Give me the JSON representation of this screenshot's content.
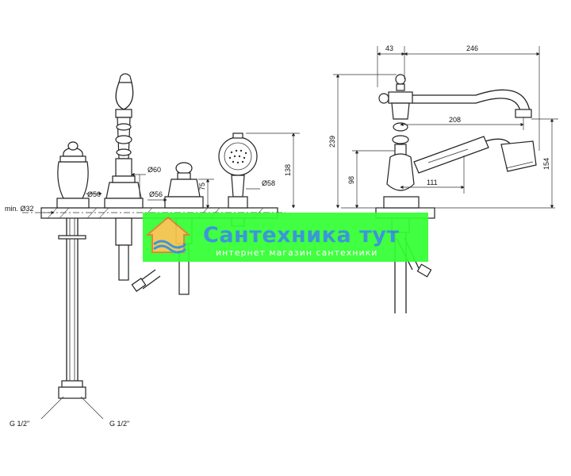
{
  "dimensions": {
    "min_d32": "min. Ø32",
    "d50": "Ø50",
    "d60": "Ø60",
    "d56": "Ø56",
    "d58": "Ø58",
    "h75": "75",
    "h138": "138",
    "w43": "43",
    "w246": "246",
    "w208": "208",
    "w111": "111",
    "h239": "239",
    "h98": "98",
    "h154": "154",
    "g_left": "G 1/2\"",
    "g_right": "G 1/2\""
  },
  "watermark": {
    "title": "Сантехника тут",
    "subtitle": "интернет магазин сантехники",
    "color": "#33ff33"
  }
}
